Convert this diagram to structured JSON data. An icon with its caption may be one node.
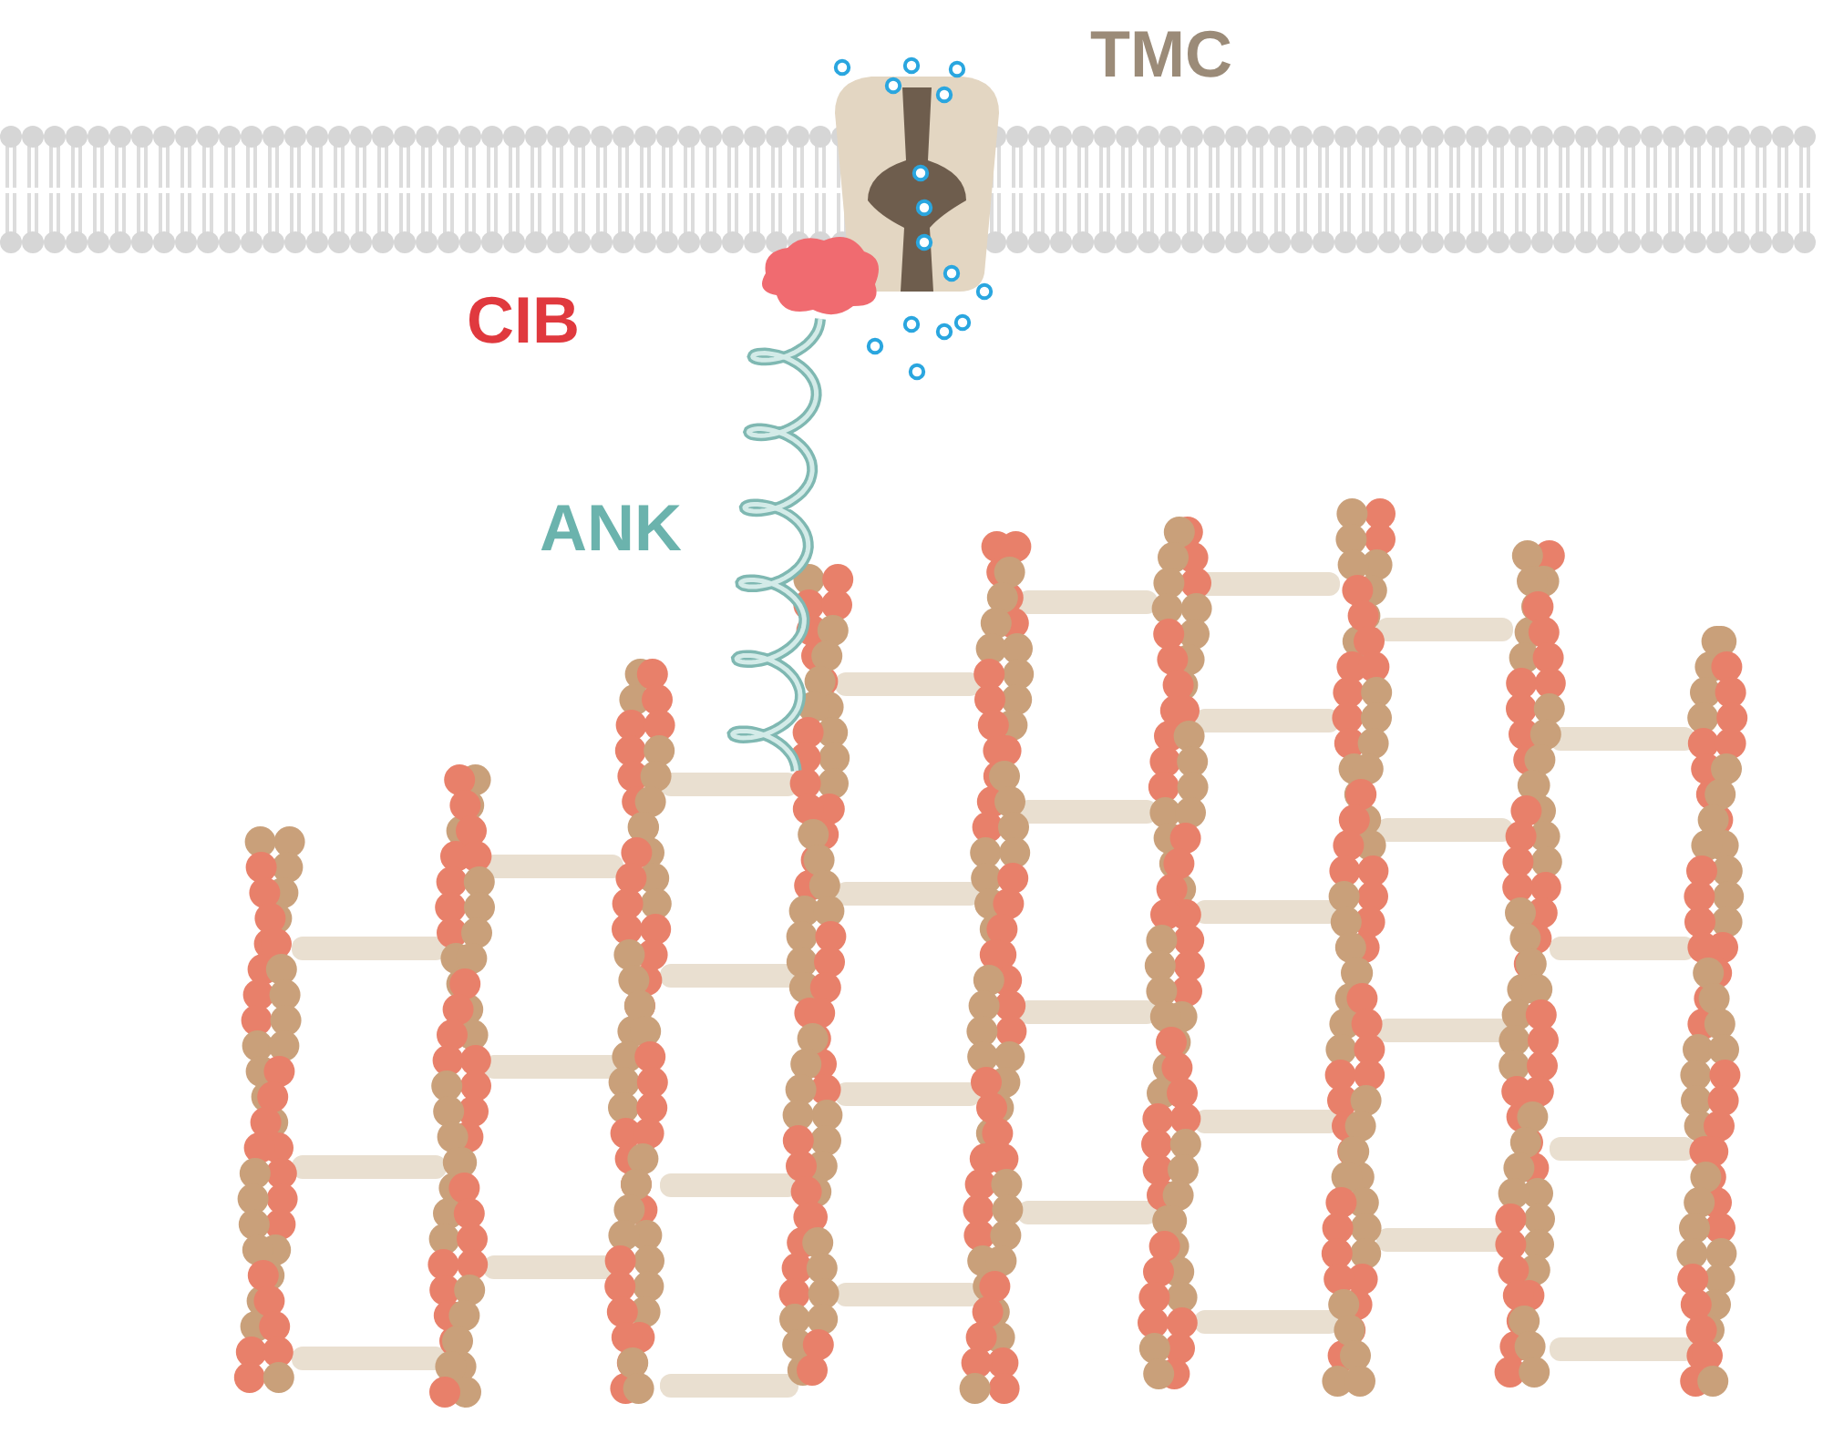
{
  "diagram": {
    "labels": [
      "TMC",
      "CIB",
      "ANK"
    ]
  }
}
